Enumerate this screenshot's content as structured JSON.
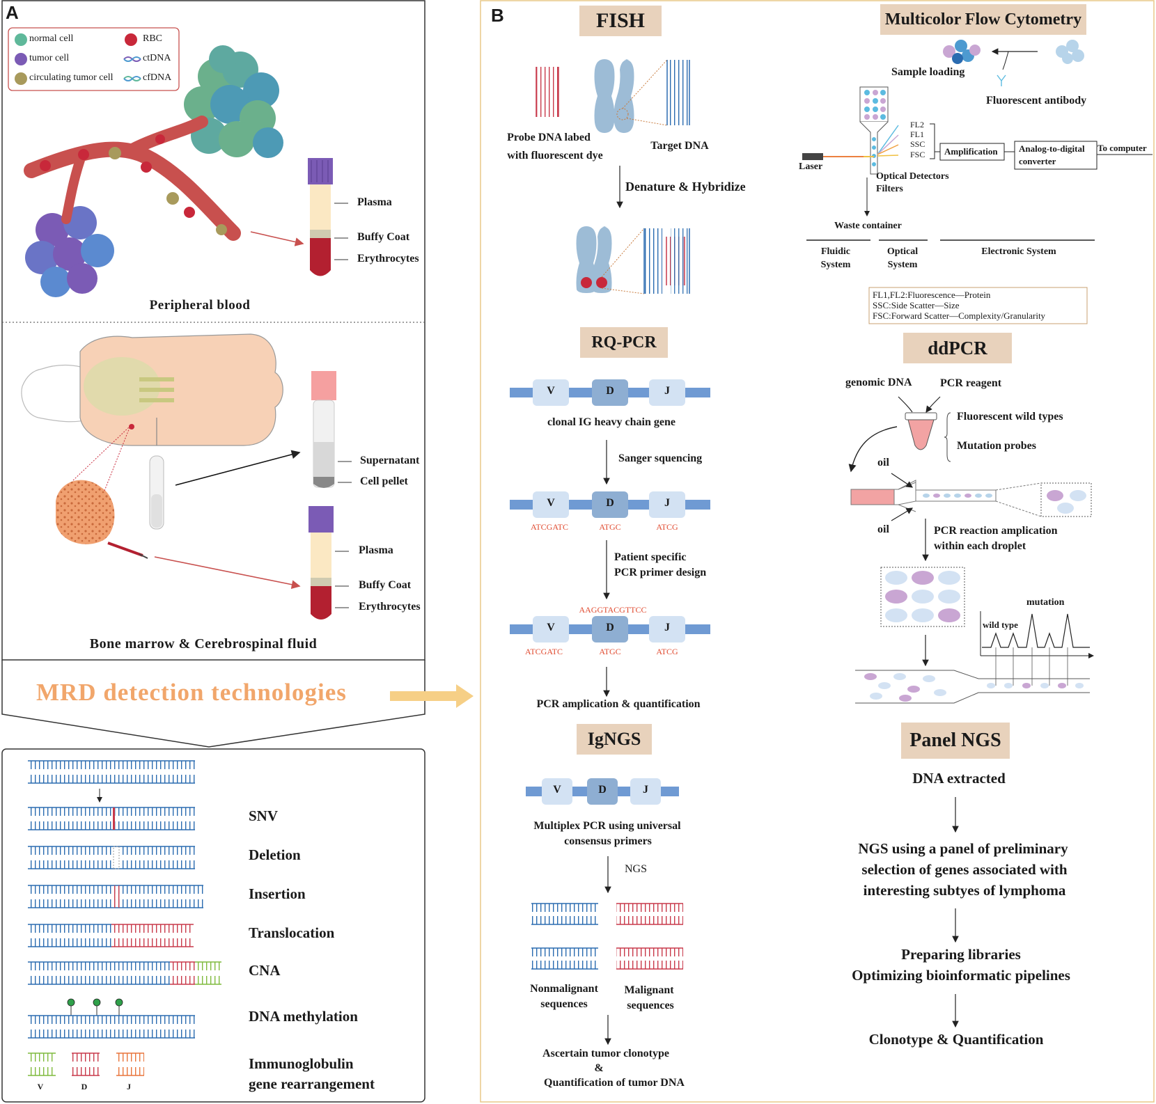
{
  "colors": {
    "header_bg": "#e8d2bc",
    "mrd_text": "#f1a66b",
    "vessel": "#c8504e",
    "gene_bar": "#6f9ad3",
    "v_box": "#d3e2f3",
    "d_box": "#8eaed2",
    "red_seq": "#e04a2f",
    "dna_blue": "#2a6bb0",
    "dna_red": "#c8394a",
    "dna_green": "#7fba3d"
  },
  "panel_a": {
    "letter": "A",
    "legend": {
      "normal_cell": "normal cell",
      "tumor_cell": "tumor cell",
      "ctc": "circulating tumor cell",
      "rbc": "RBC",
      "ctdna": "ctDNA",
      "cfdna": "cfDNA"
    },
    "tube1": {
      "plasma": "Plasma",
      "buffy": "Buffy Coat",
      "ery": "Erythrocytes"
    },
    "peripheral_blood": "Peripheral blood",
    "tube2": {
      "supernatant": "Supernatant",
      "pellet": "Cell pellet"
    },
    "tube3": {
      "plasma": "Plasma",
      "buffy": "Buffy Coat",
      "ery": "Erythrocytes"
    },
    "bm_csf": "Bone marrow & Cerebrospinal fluid",
    "mrd": "MRD detection technologies",
    "variants": {
      "snv": "SNV",
      "deletion": "Deletion",
      "insertion": "Insertion",
      "translocation": "Translocation",
      "cna": "CNA",
      "methylation": "DNA methylation",
      "ig1": "Immunoglobulin",
      "ig2": "gene rearrangement",
      "v": "V",
      "d": "D",
      "j": "J"
    }
  },
  "panel_b": {
    "letter": "B",
    "fish": {
      "header": "FISH",
      "probe1": "Probe DNA labed",
      "probe2": "with fluorescent dye",
      "target": "Target DNA",
      "step": "Denature & Hybridize"
    },
    "flow": {
      "header": "Multicolor Flow Cytometry",
      "sample": "Sample loading",
      "antibody": "Fluorescent antibody",
      "fl2": "FL2",
      "fl1": "FL1",
      "ssc": "SSC",
      "fsc": "FSC",
      "amplification": "Amplification",
      "adc1": "Analog-to-digital",
      "adc2": "converter",
      "computer": "To computer",
      "laser": "Laser",
      "detectors": "Optical Detectors",
      "filters": "Filters",
      "waste": "Waste container",
      "fluidic1": "Fluidic",
      "fluidic2": "System",
      "optical1": "Optical",
      "optical2": "System",
      "electronic": "Electronic System",
      "legend1": "FL1,FL2:Fluorescence—Protein",
      "legend2": "SSC:Side Scatter—Size",
      "legend3": "FSC:Forward Scatter—Complexity/Granularity"
    },
    "rqpcr": {
      "header": "RQ-PCR",
      "v": "V",
      "d": "D",
      "j": "J",
      "gene": "clonal IG heavy chain gene",
      "sanger": "Sanger squencing",
      "seq_v": "ATCGATC",
      "seq_d": "ATGC",
      "seq_j": "ATCG",
      "primer1": "Patient specific",
      "primer2": "PCR primer design",
      "primer_seq": "AAGGTACGTTCC",
      "final": "PCR amplication & quantification"
    },
    "ddpcr": {
      "header": "ddPCR",
      "genomic": "genomic DNA",
      "reagent": "PCR reagent",
      "wild": "Fluorescent wild types",
      "mutation_probes": "Mutation probes",
      "oil": "oil",
      "reaction1": "PCR reaction amplication",
      "reaction2": "within each droplet",
      "mutation": "mutation",
      "wildtype": "wild type"
    },
    "igngs": {
      "header": "IgNGS",
      "v": "V",
      "d": "D",
      "j": "J",
      "multiplex1": "Multiplex PCR using universal",
      "multiplex2": "consensus primers",
      "ngs": "NGS",
      "nonmal1": "Nonmalignant",
      "nonmal2": "sequences",
      "mal1": "Malignant",
      "mal2": "sequences",
      "asc1": "Ascertain tumor clonotype",
      "asc2": "&",
      "asc3": "Quantification of tumor DNA"
    },
    "panelngs": {
      "header": "Panel NGS",
      "extracted": "DNA extracted",
      "ngs1": "NGS using a panel of preliminary",
      "ngs2": "selection of genes associated with",
      "ngs3": "interesting subtyes of lymphoma",
      "prep1": "Preparing libraries",
      "prep2": "Optimizing bioinformatic pipelines",
      "clono": "Clonotype & Quantification"
    }
  }
}
